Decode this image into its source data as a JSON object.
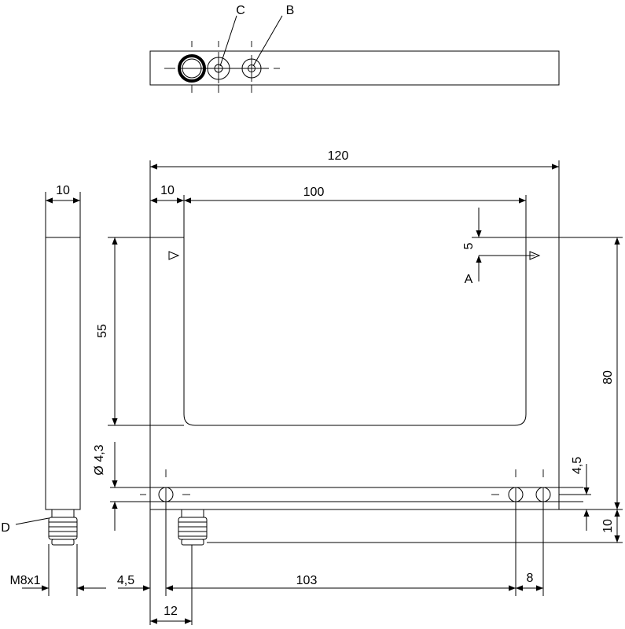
{
  "labels": {
    "C": "C",
    "B": "B",
    "A": "A",
    "D": "D"
  },
  "dims": {
    "total_width": "120",
    "side_width": "10",
    "slot_width": "100",
    "offset_5": "5",
    "slot_depth": "55",
    "total_height": "80",
    "hole_dia": "Ø 4,3",
    "hole_offset": "4,5",
    "bottom_10": "10",
    "thread": "M8x1",
    "left_4_5": "4,5",
    "span_103": "103",
    "right_8": "8",
    "conn_12": "12"
  }
}
